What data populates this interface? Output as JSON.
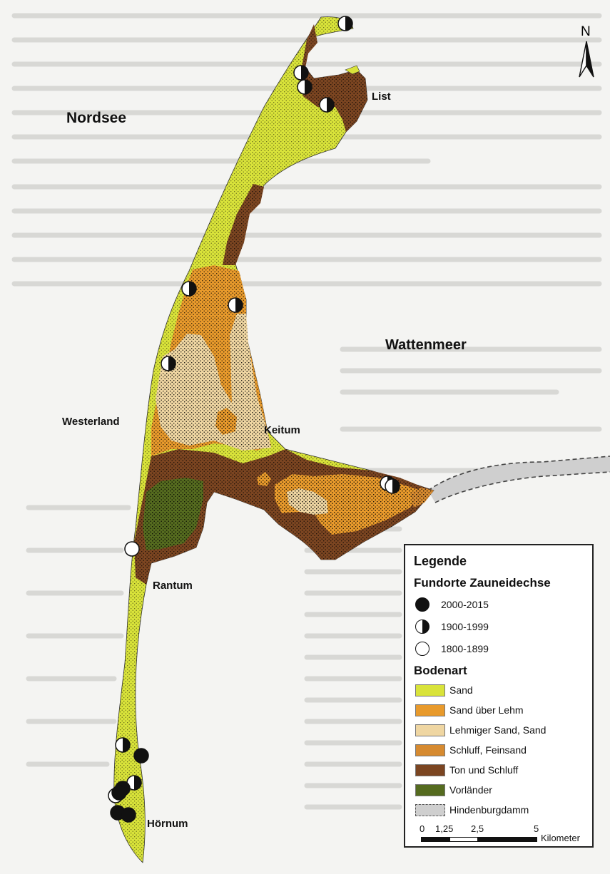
{
  "map": {
    "labels": {
      "north_sea": "Nordsee",
      "wadden_sea": "Wattenmeer",
      "list": "List",
      "westerland": "Westerland",
      "keitum": "Keitum",
      "rantum": "Rantum",
      "hoernum": "Hörnum"
    },
    "north_arrow": "N",
    "colors": {
      "sand": "#d9e33a",
      "sand_ueber_lehm": "#e89a2c",
      "lehmiger_sand": "#efd6a2",
      "schluff_feinsand": "#d68a30",
      "ton_und_schluff": "#7b4521",
      "vorlaender": "#556b1f",
      "hindenburgdamm": "#cfcfcf"
    }
  },
  "legend": {
    "title": "Legende",
    "section_sites": "Fundorte Zauneidechse",
    "sites": [
      {
        "label": "2000-2015",
        "style": "full"
      },
      {
        "label": "1900-1999",
        "style": "half"
      },
      {
        "label": "1800-1899",
        "style": "empty"
      }
    ],
    "section_soil": "Bodenart",
    "soils": [
      {
        "label": "Sand",
        "color": "#d9e33a"
      },
      {
        "label": "Sand über Lehm",
        "color": "#e89a2c"
      },
      {
        "label": "Lehmiger Sand, Sand",
        "color": "#efd6a2"
      },
      {
        "label": "Schluff, Feinsand",
        "color": "#d68a30"
      },
      {
        "label": "Ton und Schluff",
        "color": "#7b4521"
      },
      {
        "label": "Vorländer",
        "color": "#556b1f"
      },
      {
        "label": "Hindenburgdamm",
        "color": "#cfcfcf"
      }
    ],
    "scale": {
      "ticks": [
        "0",
        "1,25",
        "2,5",
        "5"
      ],
      "unit": "Kilometer"
    }
  }
}
